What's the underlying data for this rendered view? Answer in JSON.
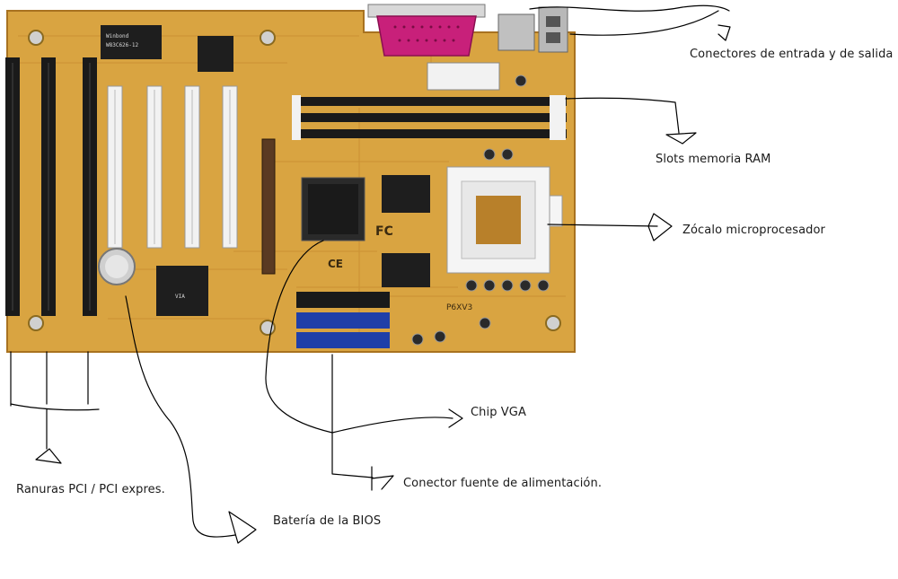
{
  "labels": {
    "io": "Conectores de entrada y de salida",
    "ram": "Slots memoria RAM",
    "cpu": "Zócalo microprocesador",
    "vga": "Chip VGA",
    "power": "Conector fuente de alimentación.",
    "pci": "Ranuras PCI / PCI expres.",
    "bios": "Batería de la BIOS"
  },
  "board_markings": {
    "winbond": "Winbond",
    "winbond_code": "W83C626-12",
    "via": "VIA",
    "fc": "FC",
    "ce": "CE",
    "model": "P6XV3"
  },
  "colors": {
    "board": "#d9a441",
    "board_dark": "#b8802a",
    "slot_black": "#1a1a1a",
    "slot_white": "#f2f2f2",
    "ide_blue": "#1f3fa8",
    "parallel_port": "#c8207a",
    "lines": "#000000"
  }
}
